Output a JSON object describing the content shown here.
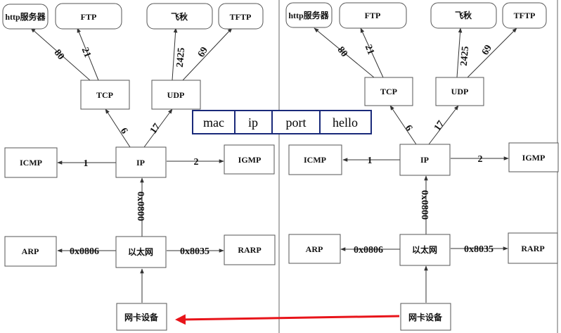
{
  "colors": {
    "box_border": "#555555",
    "packet_border": "#1a2a7a",
    "highlight_arrow": "#e8141a"
  },
  "nodes": {
    "http": "http服务器",
    "ftp": "FTP",
    "feiqiu": "飞秋",
    "tftp": "TFTP",
    "tcp": "TCP",
    "udp": "UDP",
    "icmp": "ICMP",
    "ip": "IP",
    "igmp": "IGMP",
    "arp": "ARP",
    "ethernet": "以太网",
    "rarp": "RARP",
    "nic": "网卡设备"
  },
  "edges": {
    "tcp_http": "80",
    "tcp_ftp": "21",
    "udp_feiqiu": "2425",
    "udp_tftp": "69",
    "ip_tcp": "6",
    "ip_udp": "17",
    "ip_icmp": "1",
    "ip_igmp": "2",
    "eth_ip": "0x0800",
    "eth_arp": "0x0806",
    "eth_rarp": "0x8035"
  },
  "packet": {
    "fields": [
      "mac",
      "ip",
      "port",
      "hello"
    ]
  }
}
